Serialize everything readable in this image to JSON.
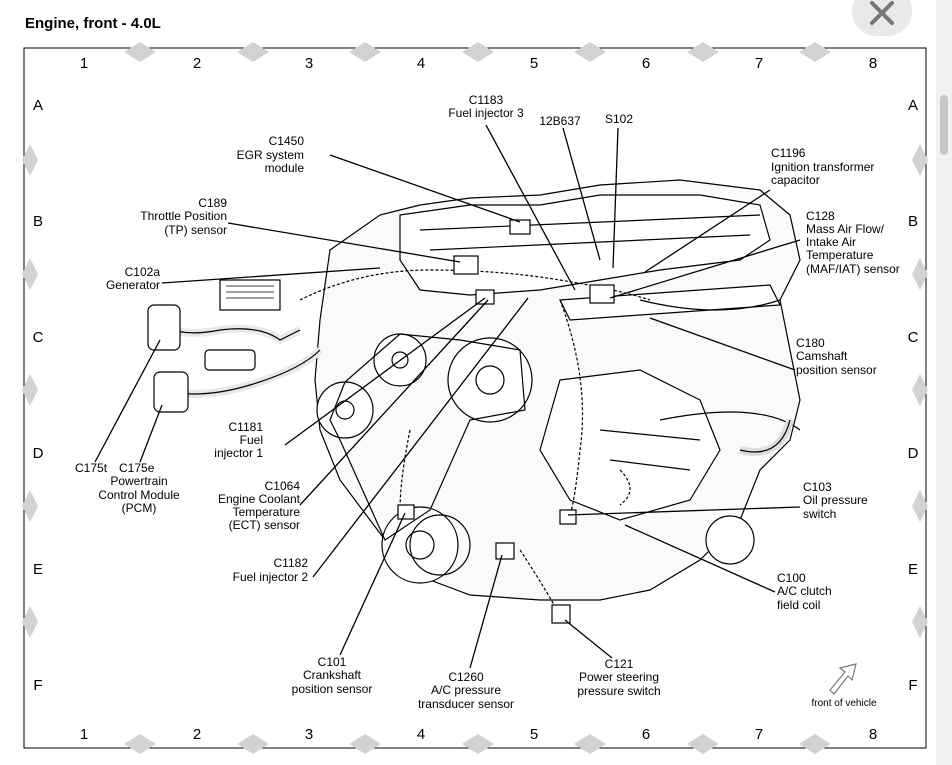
{
  "title": "Engine, front - 4.0L",
  "columns": [
    "1",
    "2",
    "3",
    "4",
    "5",
    "6",
    "7",
    "8"
  ],
  "rows": [
    "A",
    "B",
    "C",
    "D",
    "E",
    "F"
  ],
  "callouts": {
    "c1183": [
      "C1183",
      "Fuel injector 3"
    ],
    "b12637": [
      "12B637"
    ],
    "s102": [
      "S102"
    ],
    "c1450": [
      "C1450",
      "EGR system",
      "module"
    ],
    "c1196": [
      "C1196",
      "Ignition transformer",
      "capacitor"
    ],
    "c189": [
      "C189",
      "Throttle Position",
      "(TP) sensor"
    ],
    "c128": [
      "C128",
      "Mass Air Flow/",
      "Intake Air",
      "Temperature",
      "(MAF/IAT) sensor"
    ],
    "c102a": [
      "C102a",
      "Generator"
    ],
    "c180": [
      "C180",
      "Camshaft",
      "position sensor"
    ],
    "c1181": [
      "C1181",
      "Fuel",
      "injector 1"
    ],
    "c175": [
      "C175t",
      "C175e",
      "Powertrain",
      "Control Module",
      "(PCM)"
    ],
    "c1064": [
      "C1064",
      "Engine Coolant",
      "Temperature",
      "(ECT) sensor"
    ],
    "c103": [
      "C103",
      "Oil pressure",
      "switch"
    ],
    "c1182": [
      "C1182",
      "Fuel injector 2"
    ],
    "c100": [
      "C100",
      "A/C clutch",
      "field coil"
    ],
    "c101": [
      "C101",
      "Crankshaft",
      "position sensor"
    ],
    "c1260": [
      "C1260",
      "A/C pressure",
      "transducer sensor"
    ],
    "c121": [
      "C121",
      "Power steering",
      "pressure switch"
    ]
  },
  "front_of_vehicle": "front of vehicle",
  "icons": {
    "close": "close-icon",
    "arrow": "front-arrow-icon"
  }
}
